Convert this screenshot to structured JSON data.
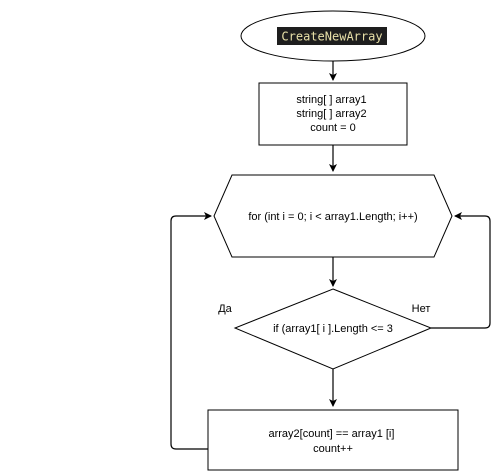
{
  "diagram": {
    "start": {
      "label": "CreateNewArray"
    },
    "init": {
      "lines": [
        "string[ ] array1",
        "string[ ] array2",
        "count = 0"
      ]
    },
    "loop": {
      "label": "for (int i = 0; i < array1.Length; i++)"
    },
    "condition": {
      "label": "if (array1[ i ].Length <= 3"
    },
    "action": {
      "lines": [
        "array2[count] == array1 [i]",
        "count++"
      ]
    },
    "branch_yes": "Да",
    "branch_no": "Нет"
  },
  "colors": {
    "stroke": "#000000",
    "background": "#ffffff",
    "code_highlight_bg": "#1e1e1e",
    "code_highlight_fg": "#e8e0a8"
  }
}
